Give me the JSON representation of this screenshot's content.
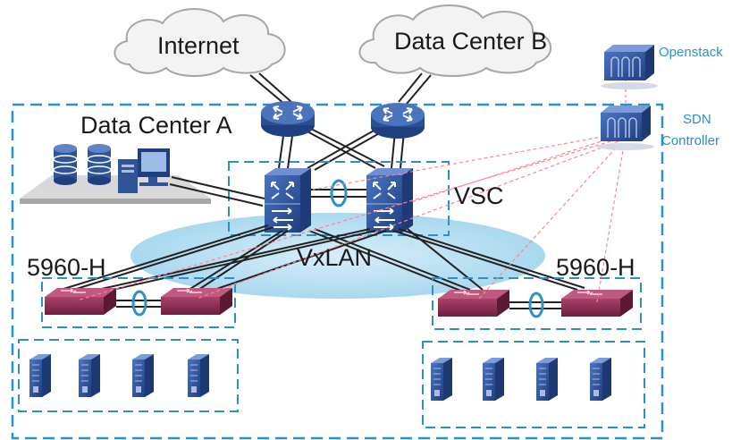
{
  "clouds": {
    "internet": "Internet",
    "dc_b": "Data Center B"
  },
  "labels": {
    "dc_a": "Data Center A",
    "vsc": "VSC",
    "vxlan": "VxLAN",
    "leaf_left": "5960-H",
    "leaf_right": "5960-H",
    "openstack": "Openstack",
    "sdn_line1": "SDN",
    "sdn_line2": "Controller"
  },
  "colors": {
    "dashed_border": "#2e8fc4",
    "device_blue": "#2f5597",
    "switch_maroon": "#8b2b52",
    "vxlan_fill": "#bfe3f5",
    "controller_link": "#f08a96",
    "label_blue": "#2e8fc4"
  },
  "icons": {
    "router": "router-icon",
    "core_switch": "core-switch-icon",
    "leaf_switch": "leaf-switch-icon",
    "server": "server-icon",
    "storage": "storage-icon",
    "pc": "desktop-pc-icon",
    "controller": "controller-server-icon",
    "lag": "link-aggregation-icon"
  }
}
